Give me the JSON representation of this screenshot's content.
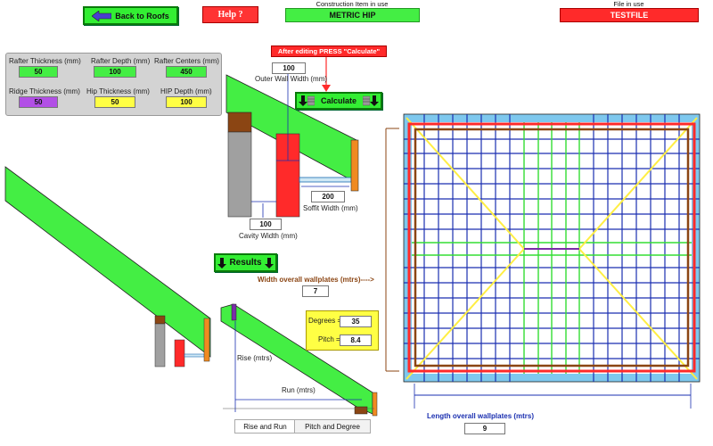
{
  "header": {
    "back_label": "Back to Roofs",
    "help_label": "Help ?",
    "construction_caption": "Construction Item in use",
    "construction_value": "METRIC HIP",
    "file_caption": "File in use",
    "file_value": "TESTFILE"
  },
  "inputs": {
    "rafter_thickness_label": "Rafter Thickness (mm)",
    "rafter_thickness": "50",
    "rafter_depth_label": "Rafter Depth (mm)",
    "rafter_depth": "100",
    "rafter_centers_label": "Rafter Centers (mm)",
    "rafter_centers": "450",
    "ridge_thickness_label": "Ridge Thickness (mm)",
    "ridge_thickness": "50",
    "hip_thickness_label": "Hip Thickness (mm)",
    "hip_thickness": "50",
    "hip_depth_label": "HIP Depth (mm)",
    "hip_depth": "100"
  },
  "detail": {
    "edit_note": "After editing PRESS \"Calculate\"",
    "outer_wall_value": "100",
    "outer_wall_label": "Outer Wall Width (mm)",
    "calculate_label": "Calculate",
    "soffit_value": "200",
    "soffit_label": "Soffit Width (mm)",
    "cavity_value": "100",
    "cavity_label": "Cavity Width (mm)"
  },
  "results": {
    "results_label": "Results",
    "width_label": "Width overall wallplates (mtrs)---->",
    "width_value": "7",
    "degrees_label": "Degrees =",
    "degrees_value": "35",
    "pitch_label": "Pitch =",
    "pitch_value": "8.4",
    "rise_label": "Rise (mtrs)",
    "run_label": "Run (mtrs)",
    "length_label": "Length overall wallplates (mtrs)",
    "length_value": "9"
  },
  "tabs": {
    "rise_run": "Rise and Run",
    "pitch_degree": "Pitch and Degree"
  },
  "colors": {
    "green": "#44ee44",
    "red": "#ff2a2a",
    "yellow": "#ffff44",
    "purple": "#b24fe6",
    "orange": "#f08a20",
    "brown": "#8b4513",
    "grey": "#a0a0a0",
    "blue": "#1a2fb0",
    "lightblue": "#7ec8ee"
  }
}
